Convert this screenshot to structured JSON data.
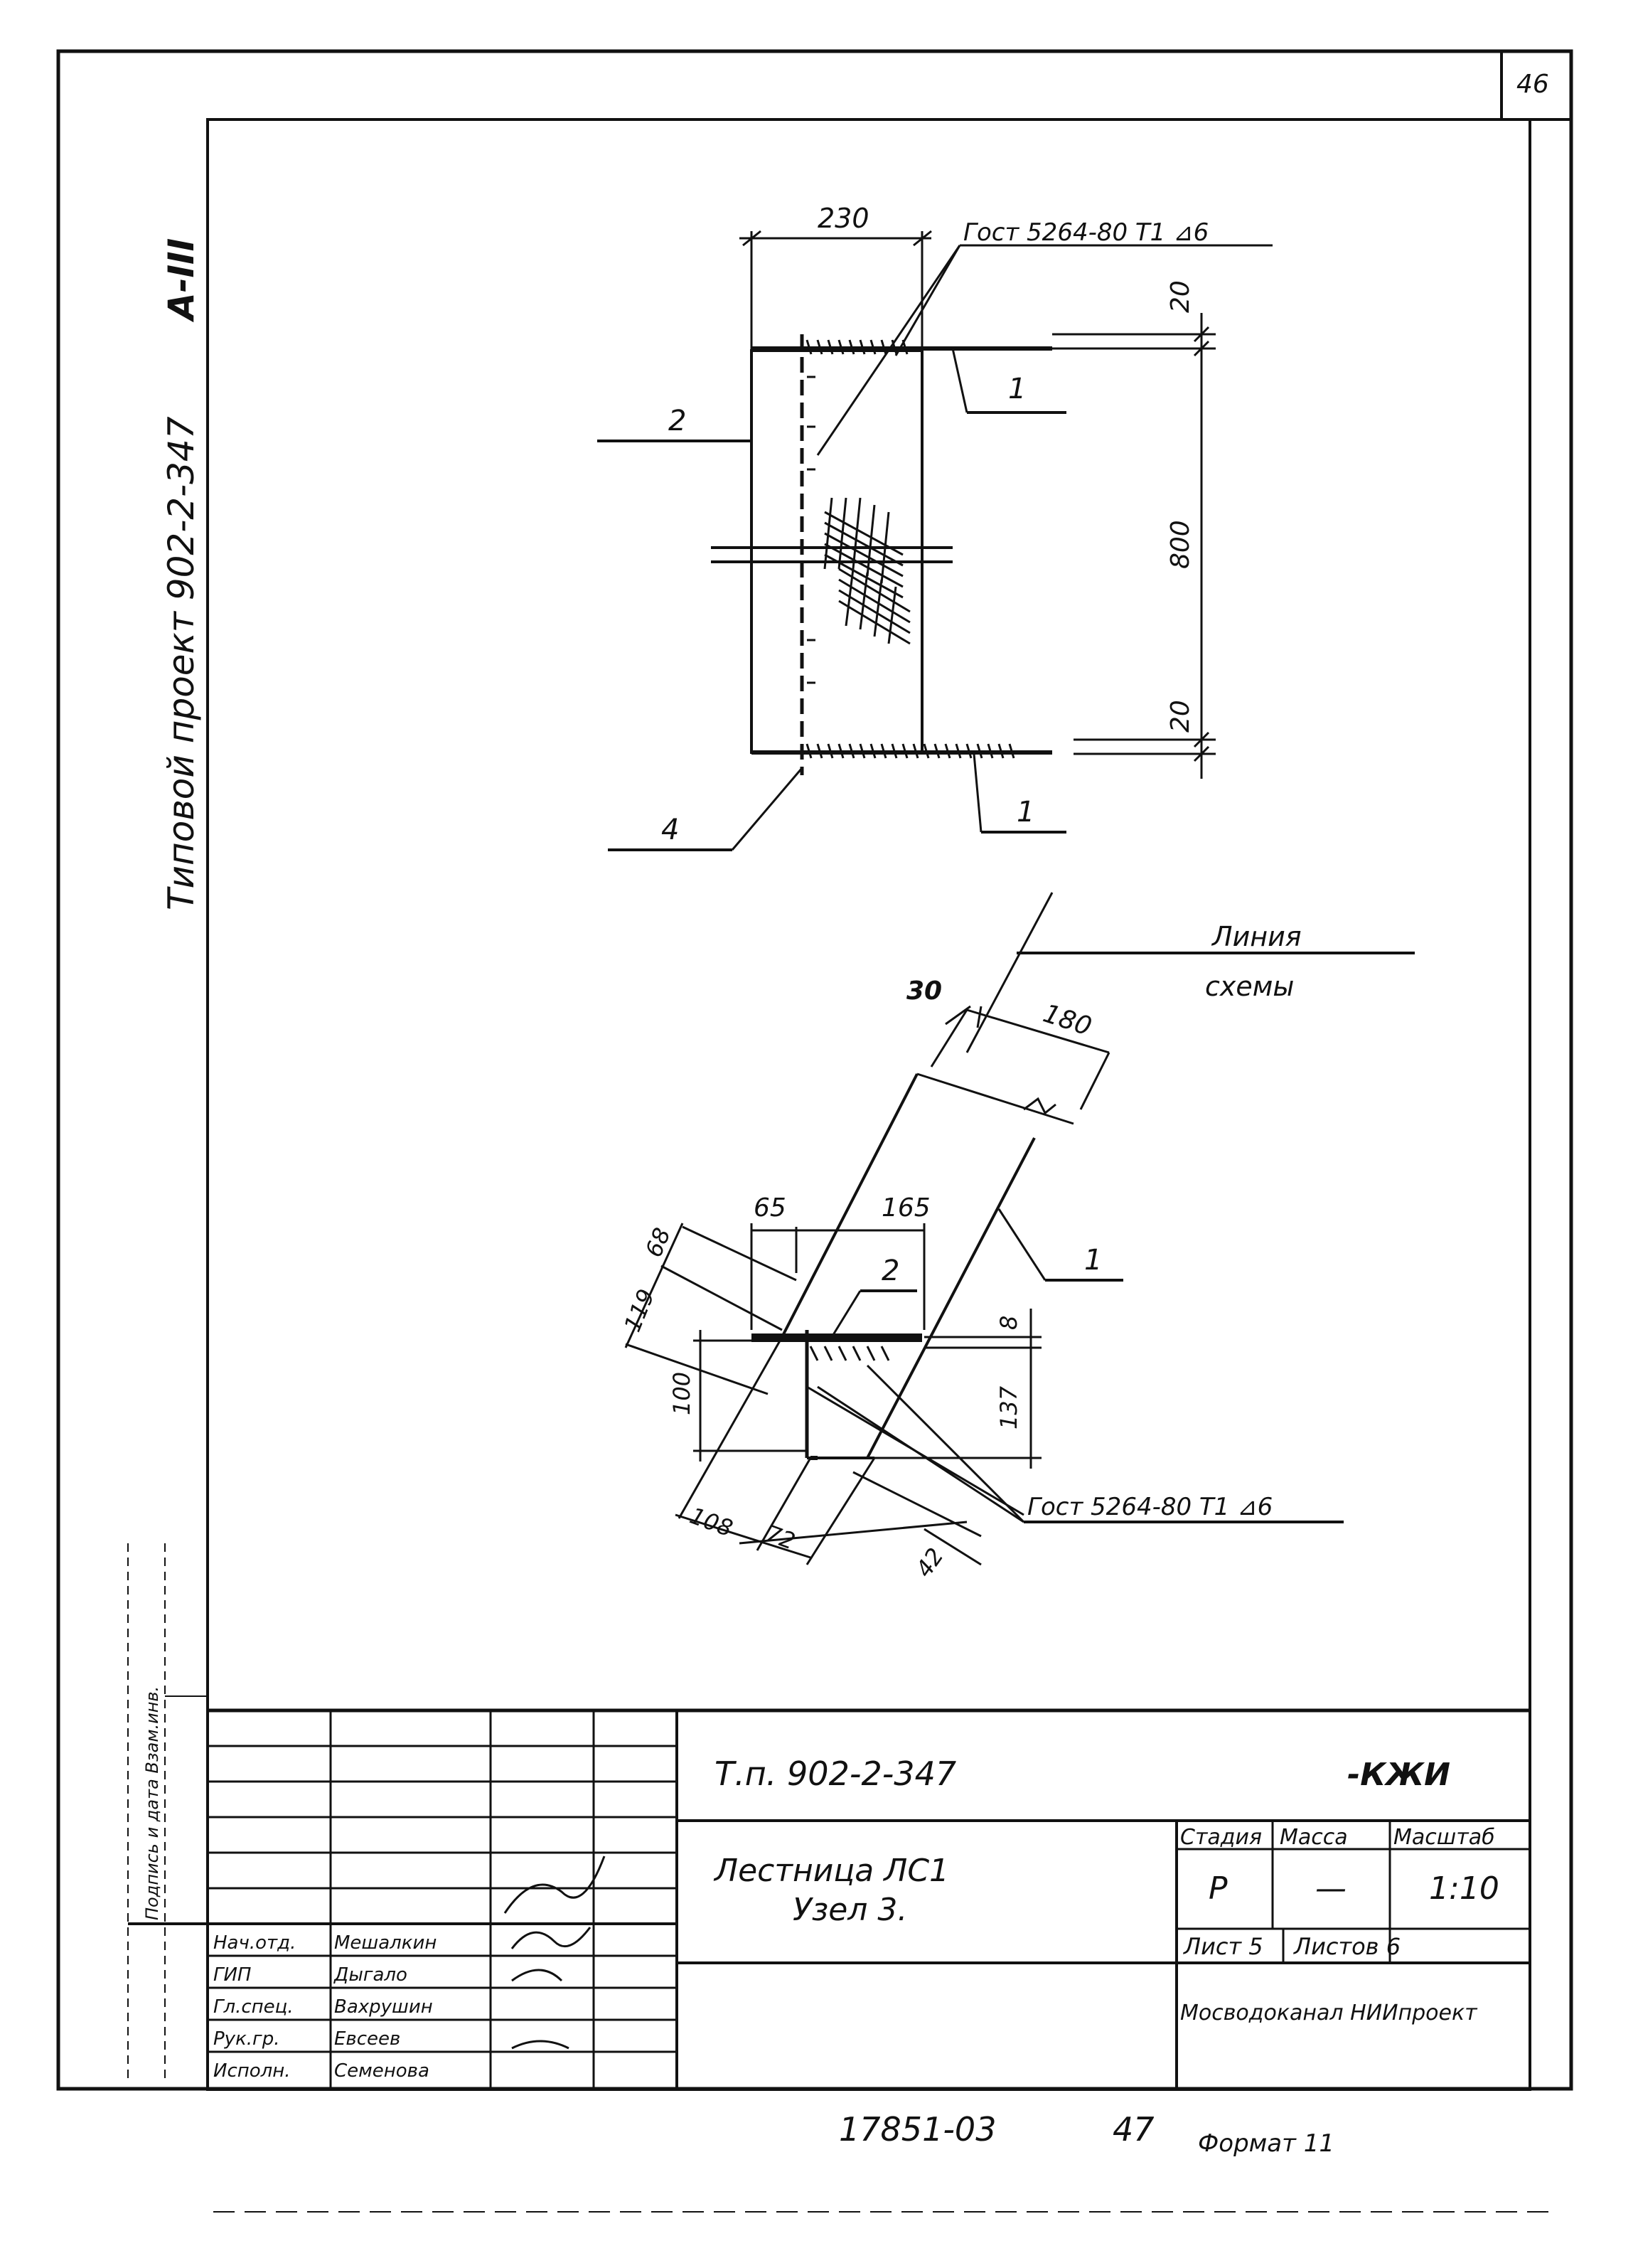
{
  "sheet": {
    "page_number": "46",
    "side_project": "Типовой проект 902-2-347",
    "side_code": "А-III",
    "side_stamp": "Подпись и дата  Взам.инв.",
    "bottom_number": "17851-03",
    "bottom_page": "47",
    "format": "Формат 11"
  },
  "top_view": {
    "dim_width": "230",
    "weld_note": "Гост 5264-80 Т1 ⊿6",
    "dim_top": "20",
    "dim_height": "800",
    "dim_bottom": "20",
    "callout_1a": "1",
    "callout_1b": "1",
    "callout_2": "2",
    "callout_4": "4"
  },
  "bottom_view": {
    "line_label_1": "Линия",
    "line_label_2": "схемы",
    "dim_30": "30",
    "dim_180": "180",
    "dim_65": "65",
    "dim_165": "165",
    "dim_68": "68",
    "dim_119": "119",
    "dim_100": "100",
    "dim_8": "8",
    "dim_137": "137",
    "dim_108": "108",
    "dim_72": "72",
    "dim_42": "42",
    "callout_1": "1",
    "callout_2": "2",
    "weld_note": "Гост 5264-80 Т1 ⊿6"
  },
  "title_block": {
    "code": "Т.п. 902-2-347",
    "mark": "-КЖИ",
    "name_line1": "Лестница   ЛС1",
    "name_line2": "Узел 3.",
    "stage_header": "Стадия",
    "mass_header": "Масса",
    "scale_header": "Масштаб",
    "stage": "Р",
    "mass": "—",
    "scale": "1:10",
    "sheet_label": "Лист 5",
    "sheets_label": "Листов 6",
    "org": "Мосводоканал НИИпроект",
    "signers": [
      {
        "role": "Нач.отд.",
        "name": "Мешалкин"
      },
      {
        "role": "ГИП",
        "name": "Дыгало"
      },
      {
        "role": "Гл.спец.",
        "name": "Вахрушин"
      },
      {
        "role": "Рук.гр.",
        "name": "Евсеев"
      },
      {
        "role": "Исполн.",
        "name": "Семенова"
      }
    ]
  }
}
